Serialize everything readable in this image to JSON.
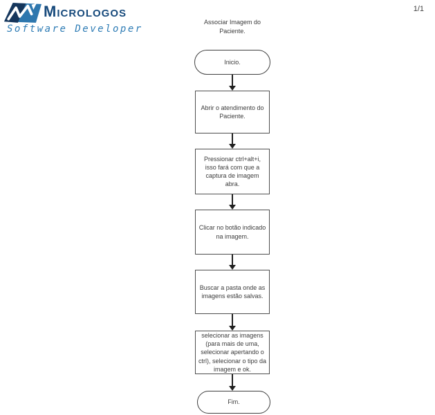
{
  "logo": {
    "name": "Micrologos",
    "tagline": "Software Developer",
    "brand_dark_blue": "#174a7c",
    "brand_light_blue": "#2e7cb5",
    "icon": "micrologos-m-emblem"
  },
  "page": {
    "number": "1/1",
    "title_line1": "Associar Imagem do",
    "title_line2": "Paciente."
  },
  "flowchart": {
    "start": "Inicio.",
    "steps": [
      "Abrir o atendimento do Paciente.",
      "Pressionar ctrl+alt+i, isso fará com que a captura de imagem abra.",
      "Clicar no botão indicado na imagem.",
      "Buscar a pasta onde as imagens estão salvas.",
      "selecionar as imagens (para mais de uma, selecionar apertando o ctrl), selecionar o tipo da imagem e ok."
    ],
    "end": "Fim."
  }
}
